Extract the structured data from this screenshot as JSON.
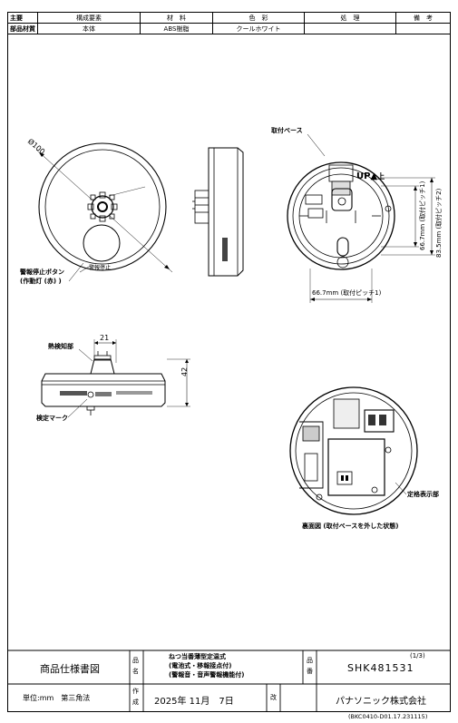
{
  "header": {
    "row1_key": "主要",
    "row2_key": "部品材質",
    "col_component": "構成要素",
    "col_material": "材　料",
    "col_color": "色　彩",
    "col_treatment": "処　理",
    "col_remarks": "備　考",
    "component": "本体",
    "material": "ABS樹脂",
    "color": "クールホワイト"
  },
  "labels": {
    "diameter": "Ø100",
    "alarm_stop_button_1": "警報停止ボタン",
    "alarm_stop_button_2": "(作動灯 (赤) )",
    "alarm_stop_text": "警報停止",
    "mount_base": "取付ベース",
    "up_mark": "UP",
    "up_arrow_text": "上",
    "pitch_v1": "66.7mm (取付ピッチ1)",
    "pitch_v2": "83.5mm (取付ピッチ2)",
    "pitch_h1": "66.7mm (取付ピッチ1)",
    "heat_sensor": "熱検知部",
    "dim_21": "21",
    "dim_42": "42",
    "inspection_mark": "検定マーク",
    "qualification_display": "定格表示部",
    "back_view": "裏面図 (取付ベースを外した状態)"
  },
  "title_block": {
    "doc_type": "商品仕様書図",
    "name_label_1": "品",
    "name_label_2": "名",
    "product_name_1": "ねつ当番薄型定温式",
    "product_name_2": "(電池式・移報接点付)",
    "product_name_3": "(警報音・音声警報機能付)",
    "number_label_1": "品",
    "number_label_2": "番",
    "page": "(1/3)",
    "product_number": "SHK481531",
    "unit": "単位:mm　第三角法",
    "made_label_1": "作",
    "made_label_2": "成",
    "date": "2025年 11月　7日",
    "rev_label": "改",
    "company": "パナソニック株式会社"
  },
  "footer_code": "(BKC0410-D01.17.231115)"
}
